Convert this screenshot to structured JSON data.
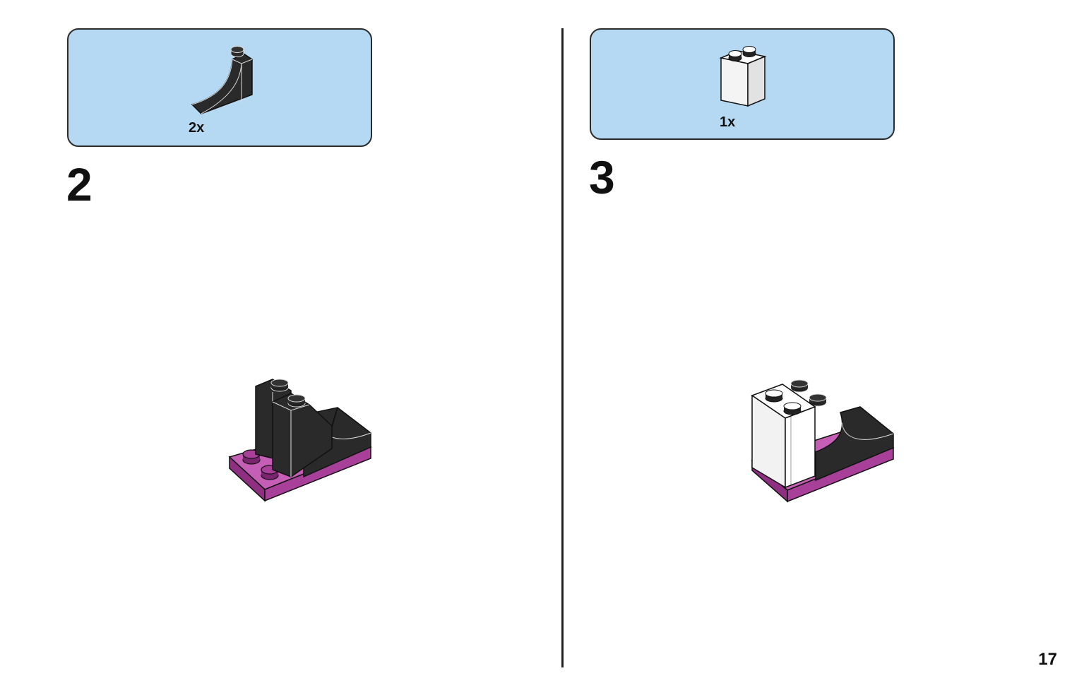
{
  "steps": [
    {
      "number": "2",
      "parts": [
        {
          "quantity": "2x",
          "color": "black"
        }
      ]
    },
    {
      "number": "3",
      "parts": [
        {
          "quantity": "1x",
          "color": "white"
        }
      ]
    }
  ],
  "page_number": "17",
  "colors": {
    "parts_box": "#b5d8f3",
    "black_brick": "#2a2a2a",
    "white_brick": "#f2f2f2",
    "magenta_plate": "#a8409a",
    "outline": "#111111"
  }
}
